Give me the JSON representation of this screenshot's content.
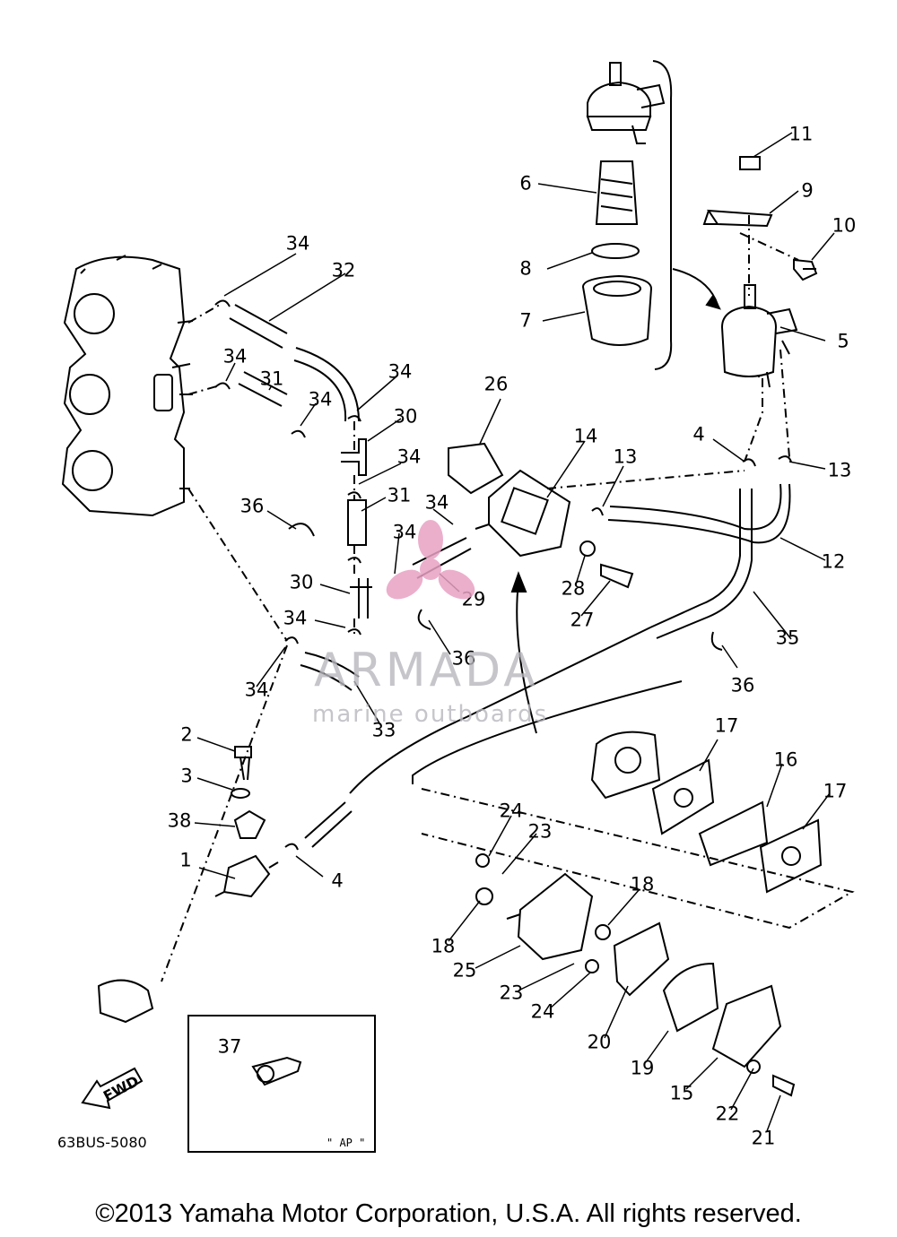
{
  "callouts": [
    "1",
    "2",
    "3",
    "4",
    "5",
    "6",
    "7",
    "8",
    "9",
    "10",
    "11",
    "12",
    "13",
    "14",
    "15",
    "16",
    "17",
    "18",
    "19",
    "20",
    "21",
    "22",
    "23",
    "24",
    "25",
    "26",
    "27",
    "28",
    "29",
    "30",
    "31",
    "32",
    "33",
    "34",
    "35",
    "36",
    "37",
    "38"
  ],
  "labels": {
    "drawing_code": "63BUS-5080",
    "inset_label": "\" AP \"",
    "fwd": "FWD",
    "copyright": "©2013 Yamaha Motor Corporation, U.S.A. All rights reserved."
  },
  "watermark": {
    "title": "ARMADA",
    "subtitle": "marine outboards",
    "color": "#e8a2c4"
  },
  "colors": {
    "line": "#000000",
    "watermark_text": "#b7b7bd",
    "background": "#ffffff"
  }
}
